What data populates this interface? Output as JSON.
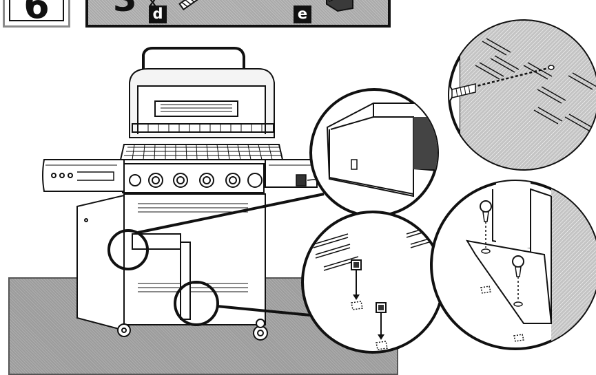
{
  "header": {
    "step_number": "6",
    "quantity": "3",
    "quantity_sign": "x",
    "part_labels": [
      "d",
      "e"
    ]
  },
  "icons": [
    "screw-icon",
    "clip-nut-icon",
    "grill-icon",
    "magnifier-callout-icon"
  ],
  "colors": {
    "line": "#111111",
    "panel_gray": "#a9a9a9",
    "ground_gray": "#9c9c9c",
    "box_gray": "#8a8a8a",
    "white": "#ffffff"
  }
}
